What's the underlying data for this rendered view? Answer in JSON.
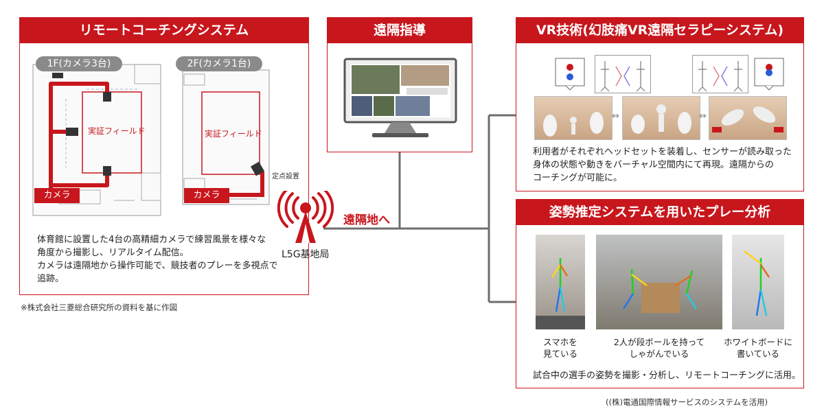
{
  "colors": {
    "accent": "#c8161d",
    "line": "#6d6d6d",
    "pill": "#8a8a8a"
  },
  "left_panel": {
    "title": "リモートコーチングシステム",
    "floor1_label": "1F(カメラ3台)",
    "floor2_label": "2F(カメラ1台)",
    "field_label": "実証フィールド",
    "camera_label": "カメラ",
    "fixed_point_label": "定点設置",
    "description": [
      "体育館に設置した4台の高精細カメラで練習風景を様々な",
      "角度から撮影し、リアルタイム配信。",
      "カメラは遠隔地から操作可能で、競技者のプレーを多視点で",
      "追跡。"
    ]
  },
  "source_note": "※株式会社三菱総合研究所の資料を基に作図",
  "center_panel": {
    "title": "遠隔指導"
  },
  "base_station": {
    "label": "L5G基地局",
    "link_label": "遠隔地へ",
    "icon": "antenna-tower-icon"
  },
  "vr_panel": {
    "title": "VR技術(幻肢痛VR遠隔セラピーシステム)",
    "description": [
      "利用者がそれぞれヘッドセットを装着し、センサーが読み取った",
      "身体の状態や動きをバーチャル空間内にて再現。遠隔からの",
      "コーチングが可能に。"
    ]
  },
  "pose_panel": {
    "title": "姿勢推定システムを用いたプレー分析",
    "captions": [
      [
        "スマホを",
        "見ている"
      ],
      [
        "2人が段ボールを持って",
        "しゃがんでいる"
      ],
      [
        "ホワイトボードに",
        "書いている"
      ]
    ],
    "description": "試合中の選手の姿勢を撮影・分析し、リモートコーチングに活用。"
  },
  "credit": "((株)電通国際情報サービスのシステムを活用)"
}
